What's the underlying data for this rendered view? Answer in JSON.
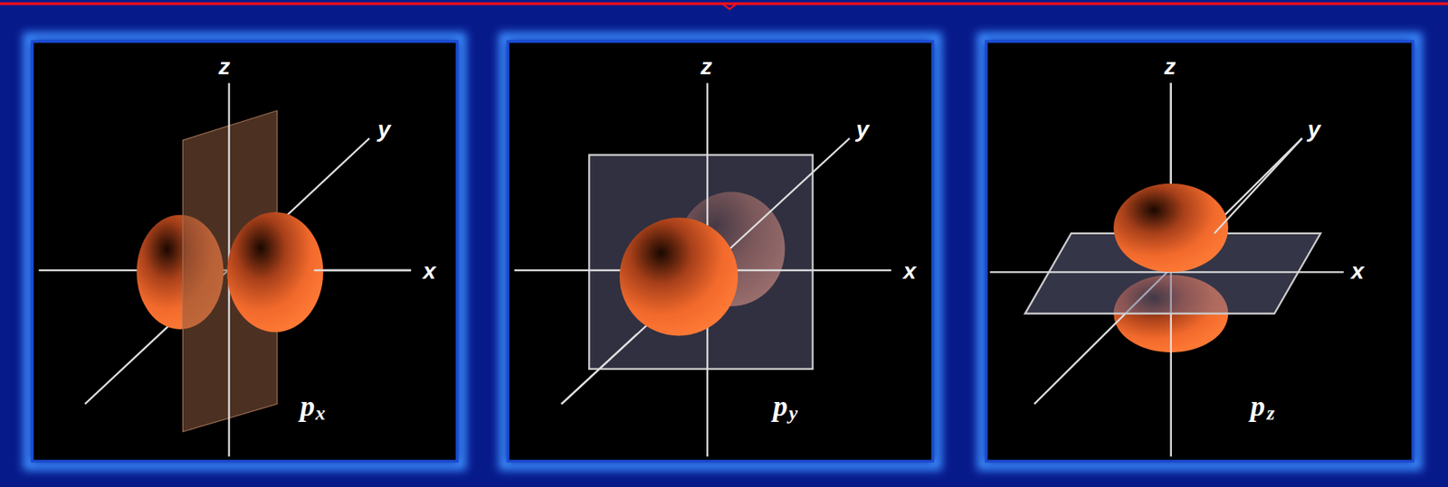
{
  "diagram": {
    "labels": [
      "z",
      "y",
      "x",
      "p",
      "x",
      "z",
      "y",
      "x",
      "p",
      "y",
      "z",
      "y",
      "x",
      "p",
      "z"
    ]
  }
}
